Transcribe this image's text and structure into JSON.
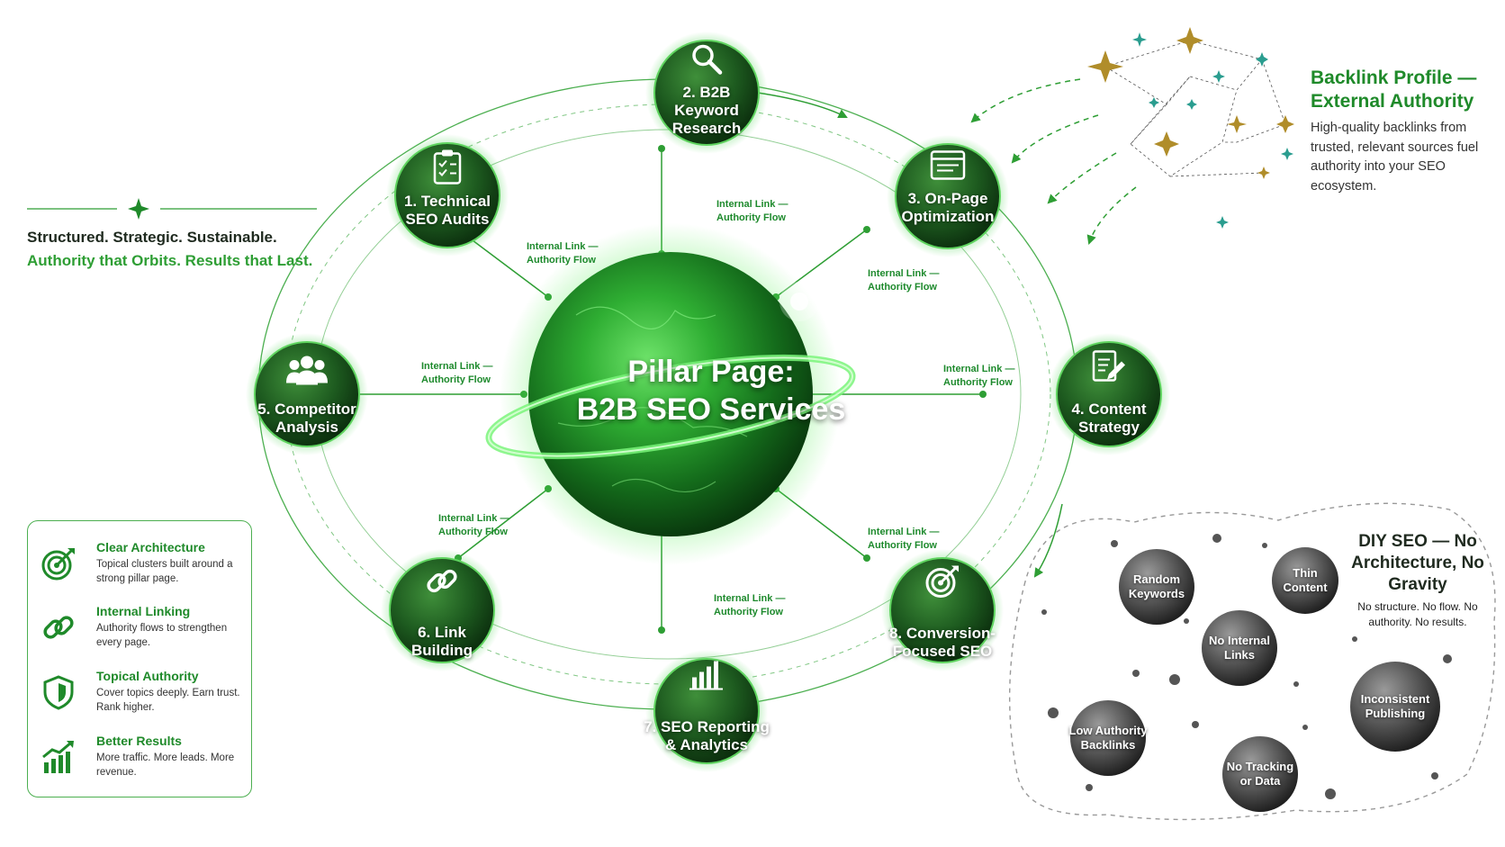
{
  "pillar": {
    "line1": "Pillar Page:",
    "line2": "B2B SEO Services"
  },
  "satellites": [
    {
      "name": "technical-seo-audits",
      "line1": "1. Technical",
      "line2": "SEO Audits",
      "line3": "",
      "icon": "clipboard-checklist-icon"
    },
    {
      "name": "b2b-keyword-research",
      "line1": "2. B2B",
      "line2": "Keyword",
      "line3": "Research",
      "icon": "magnifier-icon"
    },
    {
      "name": "on-page-optimization",
      "line1": "3. On-Page",
      "line2": "Optimization",
      "line3": "",
      "icon": "browser-window-icon"
    },
    {
      "name": "content-strategy",
      "line1": "4. Content",
      "line2": "Strategy",
      "line3": "",
      "icon": "document-pen-icon"
    },
    {
      "name": "competitor-analysis",
      "line1": "5. Competitor",
      "line2": "Analysis",
      "line3": "",
      "icon": "people-group-icon"
    },
    {
      "name": "link-building",
      "line1": "6. Link",
      "line2": "Building",
      "line3": "",
      "icon": "chain-link-icon"
    },
    {
      "name": "seo-reporting-analytics",
      "line1": "7. SEO Reporting",
      "line2": "& Analytics",
      "line3": "",
      "icon": "bar-chart-icon"
    },
    {
      "name": "conversion-focused-seo",
      "line1": "8. Conversion-",
      "line2": "Focused SEO",
      "line3": "",
      "icon": "target-icon"
    }
  ],
  "link_label": {
    "line1": "Internal Link —",
    "line2": "Authority Flow"
  },
  "tagline": {
    "line1": "Structured. Strategic. Sustainable.",
    "line2": "Authority that Orbits. Results that Last."
  },
  "benefits": [
    {
      "title": "Clear Architecture",
      "desc": "Topical clusters built around a strong pillar page.",
      "icon": "target-arrow-icon"
    },
    {
      "title": "Internal Linking",
      "desc": "Authority flows to strengthen every page.",
      "icon": "link-icon"
    },
    {
      "title": "Topical Authority",
      "desc": "Cover topics deeply. Earn trust. Rank higher.",
      "icon": "shield-icon"
    },
    {
      "title": "Better Results",
      "desc": "More traffic. More leads. More revenue.",
      "icon": "growth-chart-icon"
    }
  ],
  "backlink": {
    "title": "Backlink Profile — External Authority",
    "desc": "High-quality backlinks from trusted, relevant sources fuel authority into your SEO ecosystem."
  },
  "diy": {
    "title": "DIY SEO — No Architecture, No Gravity",
    "desc": "No structure. No flow. No authority. No results.",
    "asteroids": [
      {
        "line1": "Random",
        "line2": "Keywords"
      },
      {
        "line1": "Thin",
        "line2": "Content"
      },
      {
        "line1": "No Internal",
        "line2": "Links"
      },
      {
        "line1": "Inconsistent",
        "line2": "Publishing"
      },
      {
        "line1": "Low Authority",
        "line2": "Backlinks"
      },
      {
        "line1": "No Tracking",
        "line2": "or Data"
      }
    ]
  },
  "colors": {
    "brand_green": "#1f8a2a",
    "glow_green": "#3ed24a",
    "dark_green": "#0d3b12"
  }
}
